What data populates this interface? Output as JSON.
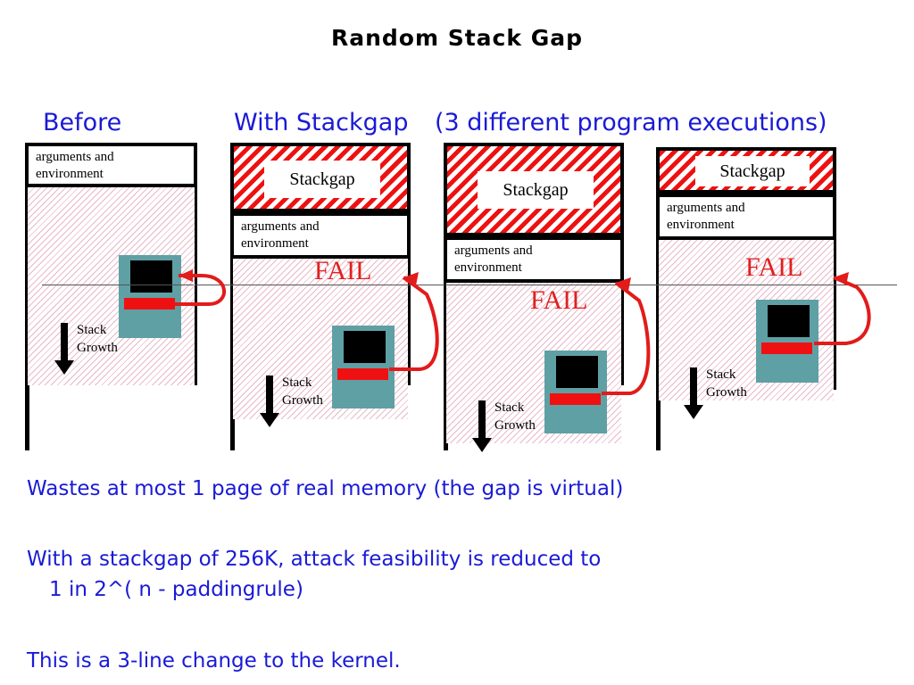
{
  "slide": {
    "title": "Random Stack Gap",
    "headings": {
      "before": "Before",
      "with_stackgap": "With Stackgap",
      "executions": "(3 different program executions)"
    },
    "labels": {
      "args_line1": "arguments and",
      "args_line2": "environment",
      "stackgap": "Stackgap",
      "stack_growth_line1": "Stack",
      "stack_growth_line2": "Growth",
      "fail": "FAIL"
    },
    "colors": {
      "heading_blue": "#1a1ad6",
      "fail_red": "#e02020",
      "hatch_red": "#ee1111",
      "hatch_pink": "#e8b9c8",
      "frame_teal": "#5fa0a5",
      "red_bar": "#ef1111",
      "border_black": "#000000"
    },
    "columns": [
      {
        "name": "before",
        "has_stackgap": false,
        "has_fail": false
      },
      {
        "name": "execution-1",
        "has_stackgap": true,
        "has_fail": true
      },
      {
        "name": "execution-2",
        "has_stackgap": true,
        "has_fail": true
      },
      {
        "name": "execution-3",
        "has_stackgap": true,
        "has_fail": true
      }
    ],
    "bullets": {
      "line1": "Wastes at most 1 page of real memory (the gap is virtual)",
      "line2": "With a stackgap of 256K, attack feasibility is reduced to",
      "line2b": "1 in 2^( n - paddingrule)",
      "line3": "This is a 3-line change to the kernel."
    }
  }
}
